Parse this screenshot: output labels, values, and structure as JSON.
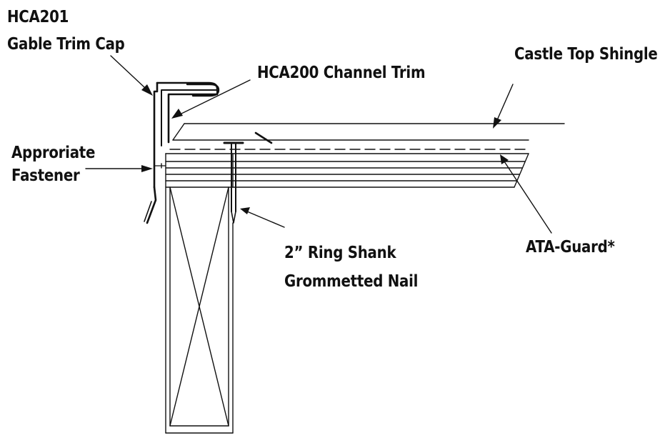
{
  "labels": {
    "gable_trim_cap": {
      "line1": "HCA201",
      "line2": "Gable Trim Cap"
    },
    "channel_trim": "HCA200 Channel Trim",
    "castle_top_shingle": "Castle Top Shingle",
    "fastener": {
      "line1": "Approriate",
      "line2": "Fastener"
    },
    "ring_shank_nail": {
      "line1": "2” Ring Shank",
      "line2": "Grommetted Nail"
    },
    "ata_guard": "ATA-Guard*"
  },
  "colors": {
    "line": "#111111",
    "background": "#ffffff"
  }
}
